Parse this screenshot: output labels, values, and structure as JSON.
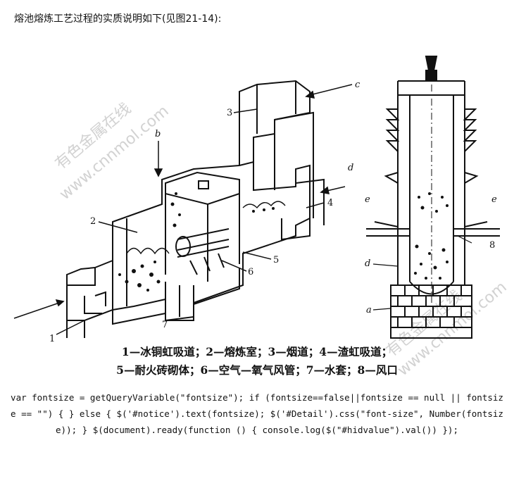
{
  "intro": "熔池熔炼工艺过程的实质说明如下(见图21-14):",
  "figure": {
    "labels": {
      "n1": "1",
      "n2": "2",
      "n3": "3",
      "n4": "4",
      "n5": "5",
      "n6": "6",
      "n7": "7",
      "n8": "8",
      "a": "a",
      "b": "b",
      "c": "c",
      "d": "d",
      "d2": "d",
      "e1": "e",
      "e2": "e"
    }
  },
  "caption": {
    "line1": "1—冰铜虹吸道；2—熔炼室；3—烟道；4—渣虹吸道；",
    "line2": "5—耐火砖砌体；6—空气—氧气风管；7—水套；8—风口"
  },
  "code": "var fontsize = getQueryVariable(\"fontsize\"); if (fontsize==false||fontsize == null || fontsize == \"\") { } else { $('#notice').text(fontsize); $('#Detail').css(\"font-size\", Number(fontsize)); } $(document).ready(function () { console.log($(\"#hidvalue\").val()) });",
  "watermark": {
    "text1": "有色金属在线",
    "text2": "www.cnnmol.com"
  }
}
